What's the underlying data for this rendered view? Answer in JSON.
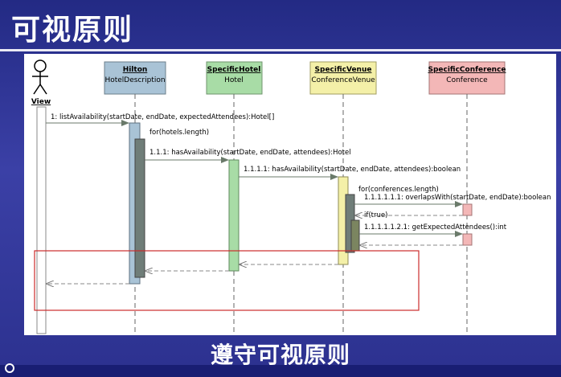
{
  "slide": {
    "title": "可视原则",
    "footer": "遵守可视原则"
  },
  "actor": {
    "name": "View"
  },
  "lifelines": [
    {
      "name": "Hilton",
      "type": "HotelDescription",
      "color": "#a9c3d6"
    },
    {
      "name": "SpecificHotel",
      "type": "Hotel",
      "color": "#a8dca6"
    },
    {
      "name": "SpecificVenue",
      "type": "ConferenceVenue",
      "color": "#f4f0a8"
    },
    {
      "name": "SpecificConference",
      "type": "Conference",
      "color": "#f3b7b7"
    }
  ],
  "messages": [
    {
      "label": "1: listAvailability(startDate, endDate, expectedAttendees):Hotel[]"
    },
    {
      "label": "for(hotels.length)"
    },
    {
      "label": "1.1.1: hasAvailability(startDate, endDate, attendees):Hotel"
    },
    {
      "label": "1.1.1.1: hasAvailability(startDate, endDate, attendees):boolean"
    },
    {
      "label": "for(conferences.length)"
    },
    {
      "label": "1.1.1.1.1.1: overlapsWith(startDate, endDate):boolean"
    },
    {
      "label": "if(true)"
    },
    {
      "label": "1.1.1.1.1.2.1: getExpectedAttendees():int"
    }
  ],
  "colors": {
    "highlight_box": "#cc2b2b",
    "activation_dark": "#6f7d78",
    "message_line": "#555555"
  }
}
